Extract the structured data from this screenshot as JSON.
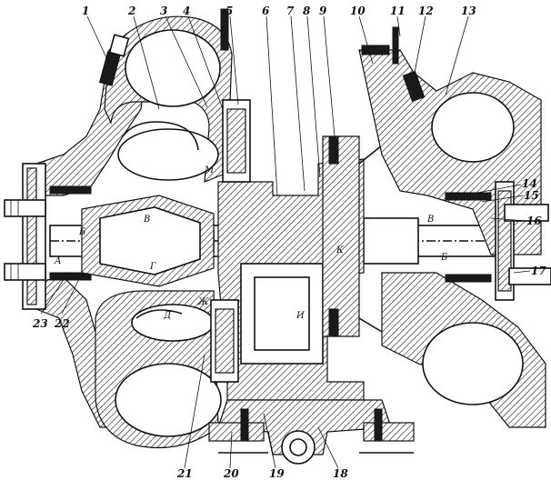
{
  "callouts": {
    "top": [
      "1",
      "2",
      "3",
      "4",
      "5",
      "6",
      "7",
      "8",
      "9",
      "10",
      "11",
      "12",
      "13"
    ],
    "right": [
      "14",
      "15",
      "16",
      "17"
    ],
    "bottom": [
      "18",
      "19",
      "20",
      "21"
    ],
    "left": [
      "23",
      "22"
    ]
  },
  "section_letters": [
    "М",
    "В",
    "Б",
    "А",
    "Г",
    "Д",
    "Ж",
    "И",
    "К",
    "В",
    "Б"
  ]
}
